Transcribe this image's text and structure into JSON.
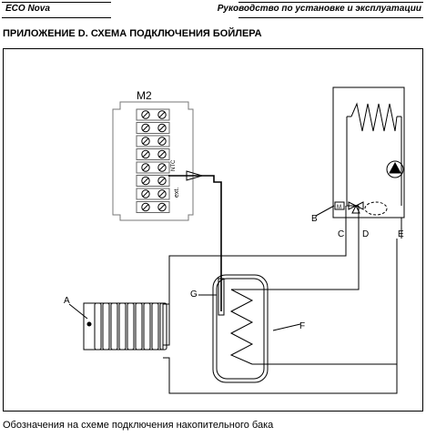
{
  "header": {
    "brand": "ECO  Nova",
    "manual_title": "Руководство по установке и эксплуатации"
  },
  "section_title": "ПРИЛОЖЕНИЕ D. СХЕМА ПОДКЛЮЧЕНИЯ БОЙЛЕРА",
  "diagram": {
    "terminal_block_label": "M2",
    "terminal_marks": [
      "NTC",
      "ext."
    ],
    "labels": {
      "a": "A",
      "b": "B",
      "c": "C",
      "d": "D",
      "e": "E",
      "f": "F",
      "g": "G",
      "m": "M"
    }
  },
  "caption": "Обозначения на схеме подключения накопительного бака"
}
